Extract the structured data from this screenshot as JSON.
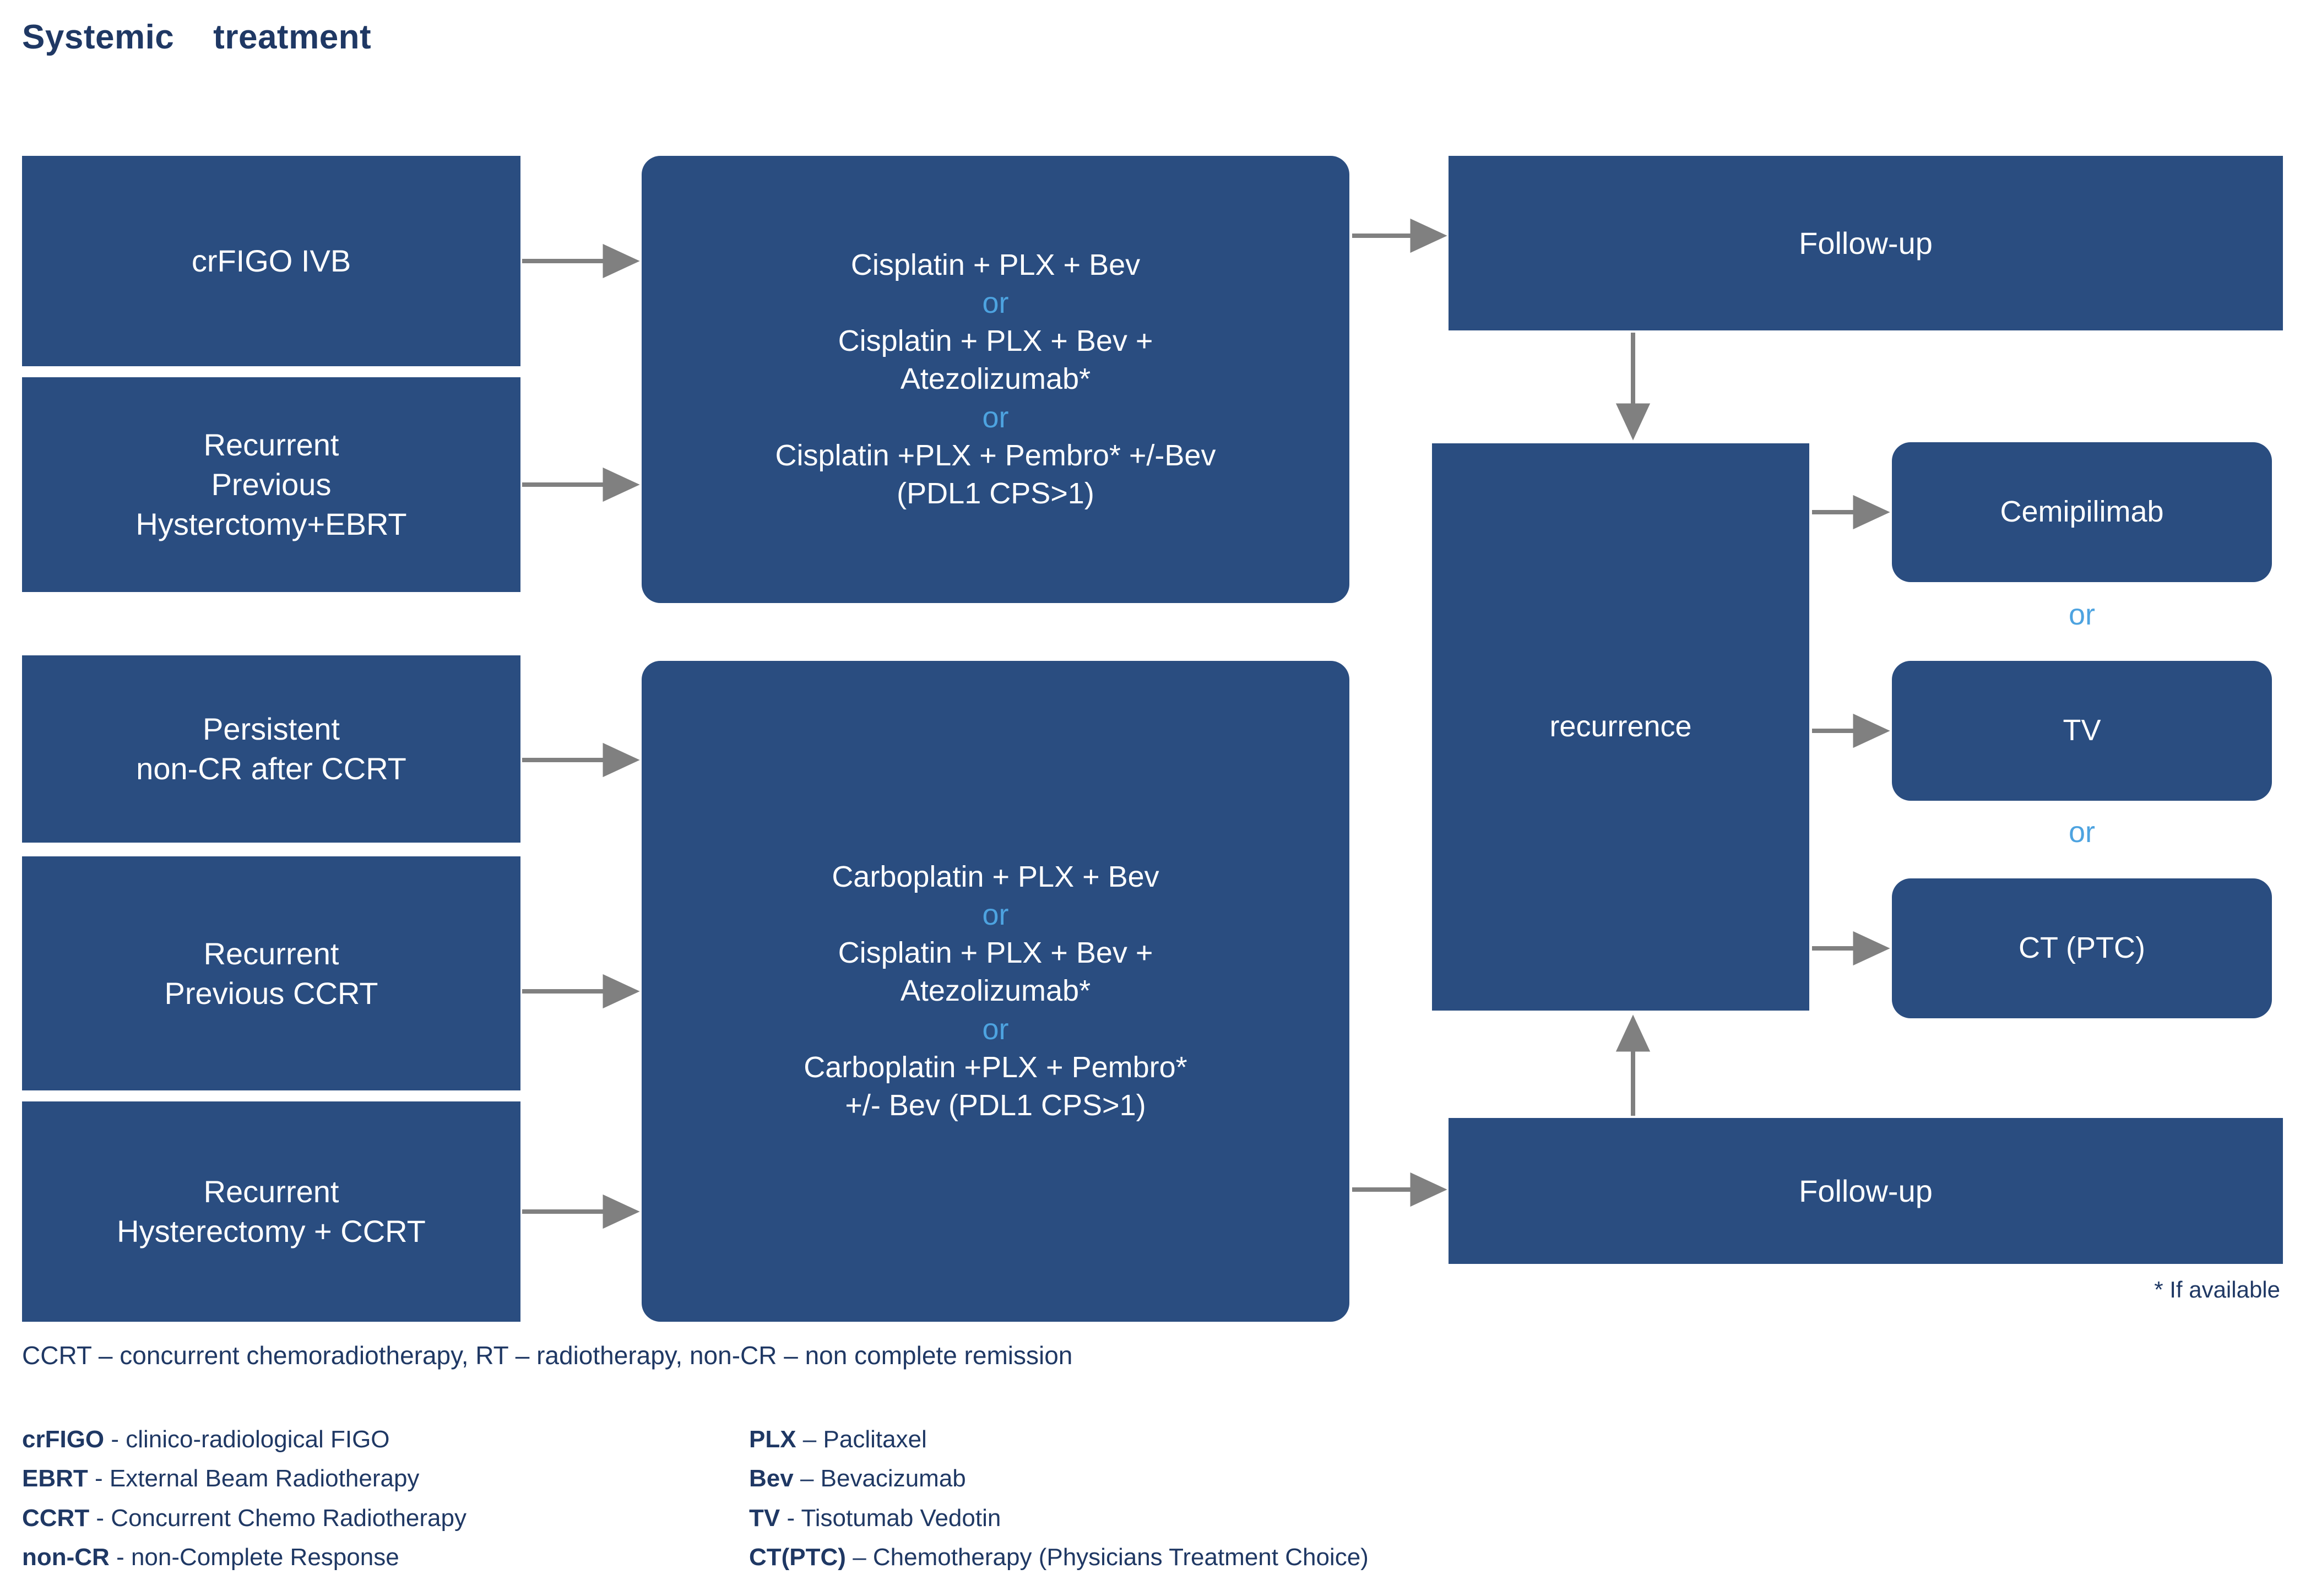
{
  "title": "Systemic    treatment",
  "colors": {
    "box_fill": "#2a4d80",
    "box_text": "#ffffff",
    "or_text": "#4da3e0",
    "navy_text": "#1f3864",
    "arrow": "#808080",
    "background": "#ffffff"
  },
  "nodes": {
    "crfigo_ivb": "crFIGO IVB",
    "recurrent_prev_hysterectomy_ebrt": "Recurrent\nPrevious\nHysterctomy+EBRT",
    "persistent_non_cr": "Persistent\nnon-CR after CCRT",
    "recurrent_prev_ccrt": "Recurrent\nPrevious CCRT",
    "recurrent_hysterectomy_ccrt": "Recurrent\nHysterectomy + CCRT",
    "followup_top": "Follow-up",
    "followup_bottom": "Follow-up",
    "recurrence": "recurrence",
    "cemipilimab": "Cemipilimab",
    "tv": "TV",
    "ct_ptc": "CT (PTC)"
  },
  "regimen_top": {
    "lines": [
      {
        "type": "regimen",
        "text": "Cisplatin + PLX + Bev"
      },
      {
        "type": "or",
        "text": "or"
      },
      {
        "type": "regimen",
        "text": "Cisplatin + PLX + Bev +\nAtezolizumab*"
      },
      {
        "type": "or",
        "text": "or"
      },
      {
        "type": "regimen",
        "text": "Cisplatin +PLX + Pembro* +/-Bev\n(PDL1 CPS>1)"
      }
    ]
  },
  "regimen_bottom": {
    "lines": [
      {
        "type": "regimen",
        "text": "Carboplatin + PLX + Bev"
      },
      {
        "type": "or",
        "text": "or"
      },
      {
        "type": "regimen",
        "text": "Cisplatin + PLX + Bev +\nAtezolizumab*"
      },
      {
        "type": "or",
        "text": "or"
      },
      {
        "type": "regimen",
        "text": "Carboplatin +PLX + Pembro*\n+/- Bev (PDL1 CPS>1)"
      }
    ]
  },
  "or_separators": {
    "first": "or",
    "second": "or"
  },
  "footnotes": {
    "if_available": "* If available",
    "abbreviations_line": "CCRT – concurrent chemoradiotherapy, RT – radiotherapy, non-CR – non complete remission"
  },
  "legend": {
    "left": [
      {
        "term": "crFIGO",
        "definition": " - clinico-radiological FIGO"
      },
      {
        "term": "EBRT",
        "definition": " - External Beam Radiotherapy"
      },
      {
        "term": "CCRT",
        "definition": " - Concurrent Chemo Radiotherapy"
      },
      {
        "term": "non-CR",
        "definition": " - non-Complete Response"
      }
    ],
    "right": [
      {
        "term": "PLX",
        "definition": " – Paclitaxel"
      },
      {
        "term": "Bev",
        "definition": " – Bevacizumab"
      },
      {
        "term": "TV",
        "definition": " - Tisotumab Vedotin"
      },
      {
        "term": "CT(PTC)",
        "definition": " – Chemotherapy (Physicians Treatment Choice)"
      }
    ]
  }
}
